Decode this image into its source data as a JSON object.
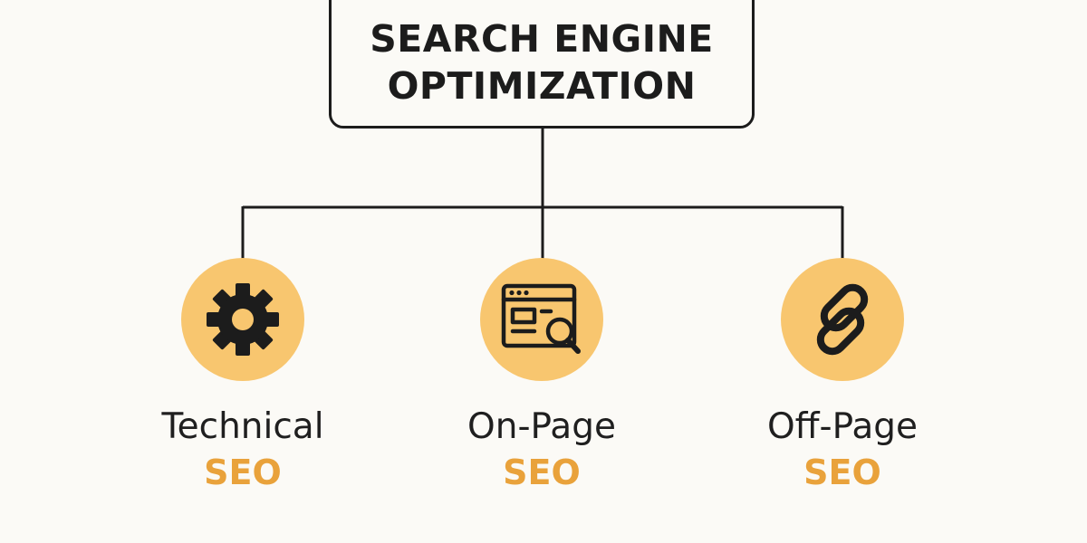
{
  "diagram": {
    "root": {
      "line1": "SEARCH ENGINE",
      "line2": "OPTIMIZATION"
    },
    "nodes": [
      {
        "label": "Technical",
        "accent": "SEO",
        "icon": "gear-icon"
      },
      {
        "label": "On-Page",
        "accent": "SEO",
        "icon": "webpage-search-icon"
      },
      {
        "label": "Off-Page",
        "accent": "SEO",
        "icon": "chain-link-icon"
      }
    ],
    "colors": {
      "background": "#fbfaf6",
      "line": "#1c1c1c",
      "circle": "#f8c66f",
      "accent_text": "#e9a23b",
      "text": "#1f1f1f"
    }
  }
}
